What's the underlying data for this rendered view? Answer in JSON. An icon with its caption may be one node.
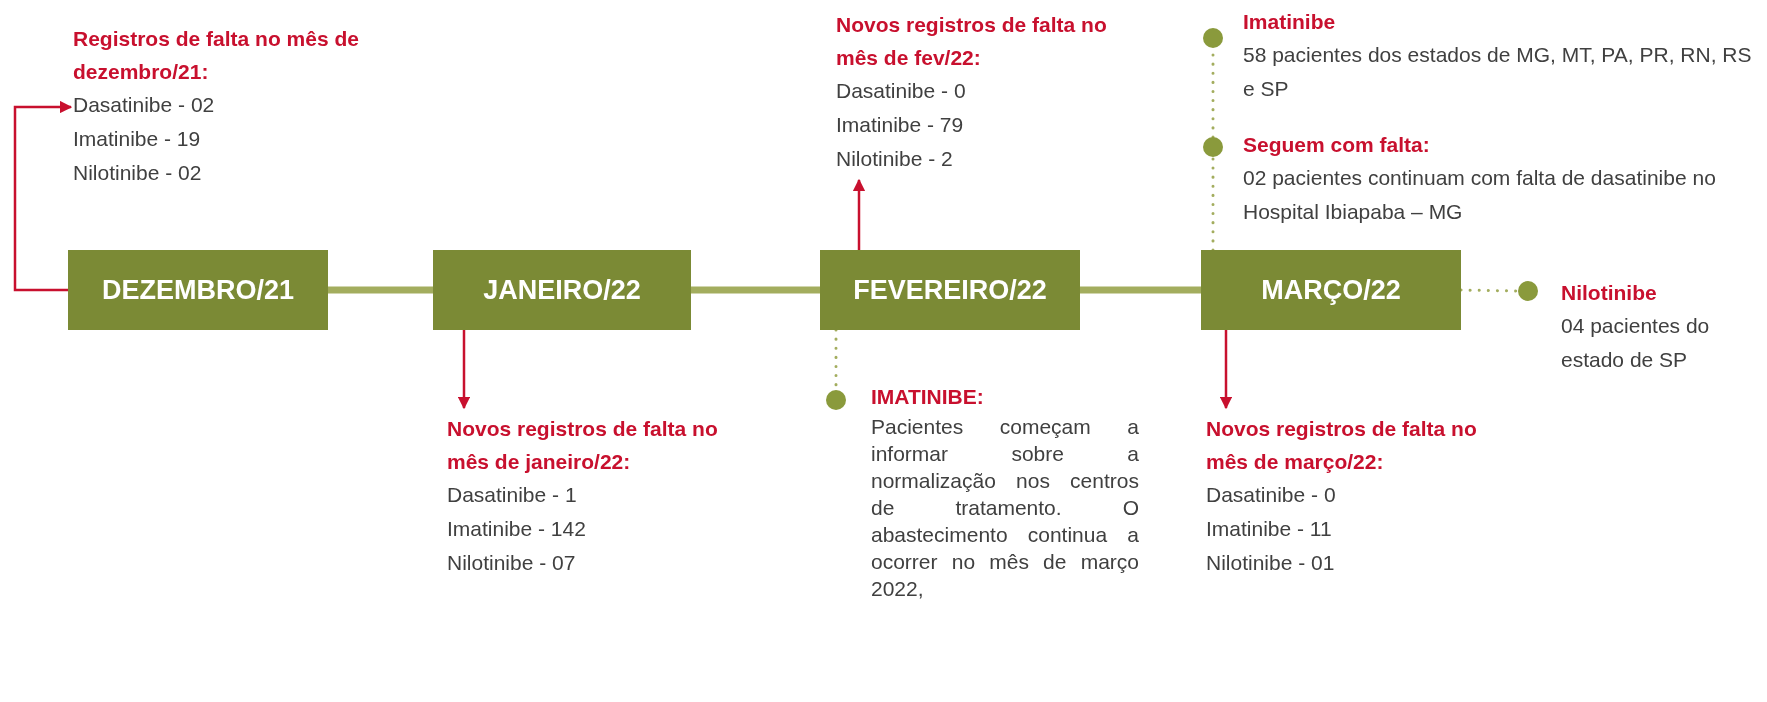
{
  "diagram": {
    "nodes": [
      {
        "text": [
          "Registros de falta no mês de dezembro/21:",
          "Dasatinibe - 02",
          "Imatinibe - 19",
          "Nilotinibe - 02"
        ]
      },
      {
        "text": [
          "DEZEMBRO/21"
        ]
      },
      {
        "text": [
          "JANEIRO/22"
        ]
      },
      {
        "text": [
          "Novos registros de falta no mês de janeiro/22:",
          "Dasatinibe - 1",
          "Imatinibe - 142",
          "Nilotinibe - 07"
        ]
      },
      {
        "text": [
          "Novos registros de falta no mês de fev/22:",
          "Dasatinibe - 0",
          "Imatinibe - 79",
          "Nilotinibe - 2"
        ]
      },
      {
        "text": [
          "FEVEREIRO/22"
        ]
      },
      {
        "text": [],
        "shape": "circle"
      },
      {
        "text": [
          "IMATINIBE:",
          "Pacientes começam a informar sobre a normalização nos centros de tratamento. O abastecimento continua a ocorrer no mês de março 2022,"
        ]
      },
      {
        "text": [],
        "shape": "circle"
      },
      {
        "text": [
          "Imatinibe",
          "58 pacientes dos estados de MG, MT, PA, PR, RN, RS e SP"
        ]
      },
      {
        "text": [],
        "shape": "circle"
      },
      {
        "text": [
          "Seguem com falta:",
          "02 pacientes continuam com falta de dasatinibe no Hospital Ibiapaba – MG"
        ]
      },
      {
        "text": [
          "MARÇO/22"
        ]
      },
      {
        "text": [
          "Novos registros de falta no mês de março/22:",
          "Dasatinibe - 0",
          "Imatinibe - 11",
          "Nilotinibe - 01"
        ]
      },
      {
        "text": [],
        "shape": "circle"
      },
      {
        "text": [
          "Nilotinibe",
          "04 pacientes do estado de SP"
        ]
      }
    ],
    "edges": [
      {
        "from": 1,
        "to": 0,
        "arrow": "to",
        "color": "#c8102e"
      },
      {
        "from": 1,
        "to": 2,
        "arrow": "none",
        "style": "thick"
      },
      {
        "from": 2,
        "to": 5,
        "arrow": "none",
        "style": "thick"
      },
      {
        "from": 5,
        "to": 12,
        "arrow": "none",
        "style": "thick"
      },
      {
        "from": 2,
        "to": 3,
        "arrow": "to",
        "color": "#c8102e"
      },
      {
        "from": 5,
        "to": 4,
        "arrow": "to",
        "color": "#c8102e"
      },
      {
        "from": 5,
        "to": 6,
        "arrow": "none",
        "style": "dashed"
      },
      {
        "from": 12,
        "to": 10,
        "arrow": "none",
        "style": "dashed"
      },
      {
        "from": 10,
        "to": 8,
        "arrow": "none",
        "style": "dashed"
      },
      {
        "from": 12,
        "to": 13,
        "arrow": "to",
        "color": "#c8102e"
      },
      {
        "from": 12,
        "to": 14,
        "arrow": "none",
        "style": "dashed"
      }
    ]
  }
}
